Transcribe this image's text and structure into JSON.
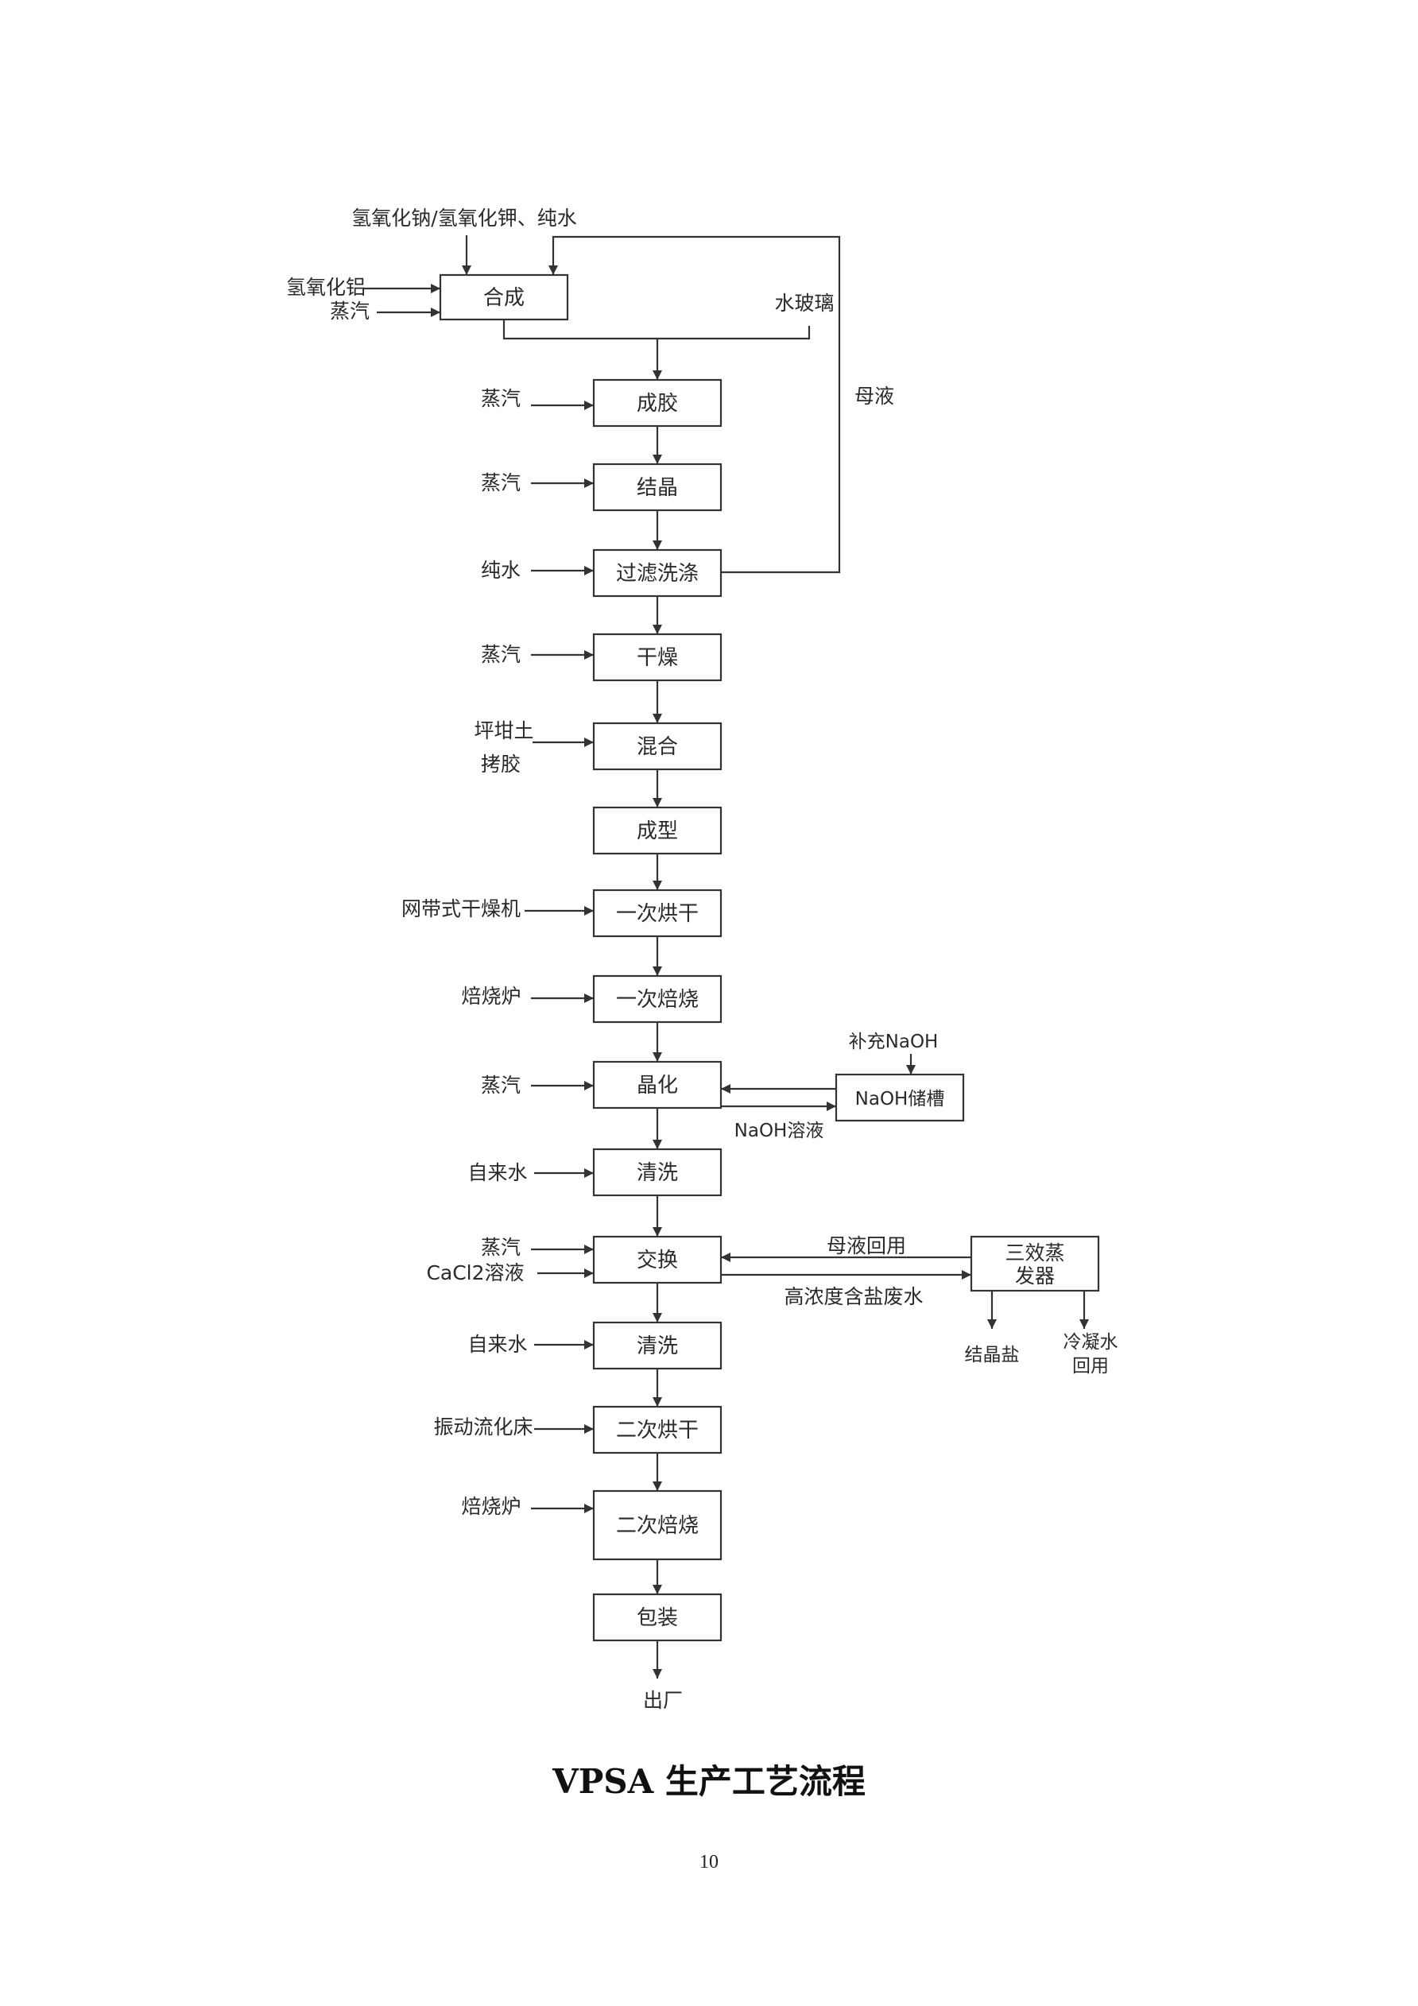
{
  "diagram": {
    "title": "VPSA 生产工艺流程",
    "page_number": "10",
    "colors": {
      "line": "#333333",
      "text": "#2a2a2a",
      "background": "#ffffff"
    },
    "steps": {
      "s1": "合成",
      "s2": "成胶",
      "s3": "结晶",
      "s4": "过滤洗涤",
      "s5": "干燥",
      "s6": "混合",
      "s7": "成型",
      "s8": "一次烘干",
      "s9": "一次焙烧",
      "s10": "晶化",
      "s11": "清洗",
      "s12": "交换",
      "s13": "清洗",
      "s14": "二次烘干",
      "s15": "二次焙烧",
      "s16": "包装"
    },
    "inputs": {
      "top_feed": "氢氧化钠/氢氧化钾、纯水",
      "al_hydroxide": "氢氧化铝",
      "steam_synthesis": "蒸汽",
      "steam_gel": "蒸汽",
      "steam_crystal": "蒸汽",
      "pure_water": "纯水",
      "steam_dry": "蒸汽",
      "clay": "坪坩土",
      "binder": "拷胶",
      "belt_dryer": "网带式干燥机",
      "furnace_1": "焙烧炉",
      "steam_crystallize": "蒸汽",
      "tap_water_1": "自来水",
      "steam_exchange": "蒸汽",
      "cacl2": "CaCl2溶液",
      "tap_water_2": "自来水",
      "fluid_bed": "振动流化床",
      "furnace_2": "焙烧炉"
    },
    "side": {
      "water_glass": "水玻璃",
      "mother_liquor": "母液",
      "naoh_makeup": "补充NaOH",
      "naoh_tank": "NaOH储槽",
      "naoh_solution": "NaOH溶液",
      "mother_recycle": "母液回用",
      "evaporator_line1": "三效蒸",
      "evaporator_line2": "发器",
      "saline_wastewater": "高浓度含盐废水",
      "crystal_salt": "结晶盐",
      "condensate_line1": "冷凝水",
      "condensate_line2": "回用",
      "exit": "出厂"
    }
  }
}
